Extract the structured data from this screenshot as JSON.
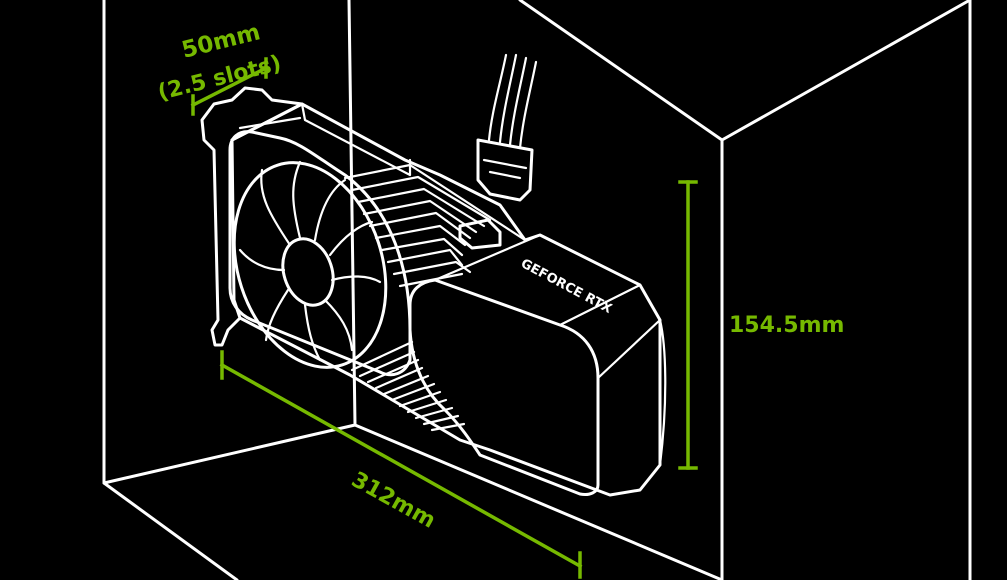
{
  "colors": {
    "background": "#000000",
    "line": "#ffffff",
    "dimension": "#76b900"
  },
  "card_brand": "GEFORCE RTX",
  "dimensions": {
    "thickness": {
      "value": "50mm",
      "note": "(2.5 slots)"
    },
    "height": "154.5mm",
    "length": "312mm"
  }
}
